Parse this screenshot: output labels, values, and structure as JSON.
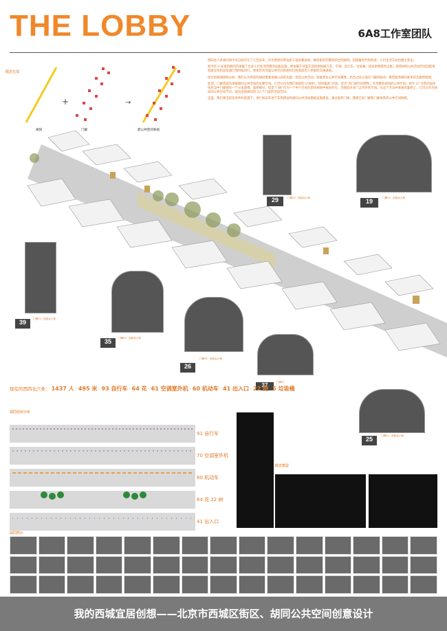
{
  "header": {
    "title": "THE LOBBY",
    "team": "6A8工作室团队"
  },
  "concept": {
    "heading": "概念生成",
    "labels": [
      "胡同",
      "门廊",
      "新公共空间系统"
    ]
  },
  "intro": {
    "paragraphs": [
      "西四北六条胡同到今天已经存在了七百多年，作为曾经的单位职工宿舍聚居地，拥有相对完整的四合院规制。但随着时代的改变，人们生活方式也随之变化。",
      "如今的 4 米宽的胡同内承载了太多人们生活所需的设备设施，原本属于邻里交流的胡同被汽车、空调、自行车、垃圾桶、宿舍杂物等所占据，使得胡同公共活动空间因现地或者没有机动车通行而时候进行，原本作为邻里公共空间的胡同已经变成无人停留的交通通道。",
      "结合前期调研和分析，我们认为目前的胡同需要承载以前的功能：营造公共活动，恢复原有公共空间属性，结合过去与现在门廊的联动，重塑复原胡同本来的功能和氛围。",
      "此前，门廊得成为承载胡同公共活动的主要空间。它可以作为我们胡同的 LOBBY，同时兼具“开放、灵活”的门廊空间特性，作为整条胡同的公共空间。如今 37 号院的居民住房当中门廊都有一个沙发座椅，复原被分，但是“门廊”作为一个中介空间在新的胡同中依旧存在，连接起许多门之内外的空间。在这个方法中本质的复原上，它可以作为胡同的公共空间节点，成为连接胡同内 22 个门庭的活动空间。",
      "这里，我们将当前有条件的前提下，进行机动车地下车库建设和胡同公共活动基础设施建设。通过复原门廊，重建已有门廊和门廊体系的公共空间网络。"
    ]
  },
  "plaques": [
    {
      "no": "29",
      "text": "门牌29 · 西四北六条"
    },
    {
      "no": "19",
      "text": "门牌19 · 西四北六条"
    },
    {
      "no": "39",
      "text": "门牌39 · 西四北六条"
    },
    {
      "no": "35",
      "text": "门牌35 · 西四北六条"
    },
    {
      "no": "26",
      "text": "门牌26 · 西四北六条"
    },
    {
      "no": "37",
      "text": "门牌37"
    },
    {
      "no": "25",
      "text": "门牌25 · 西四北六条"
    }
  ],
  "stats": {
    "prefix": "现在的西四北六条：",
    "items": [
      "1437 人",
      "495 米",
      "93 自行车",
      "64 花",
      "61 空调室外机",
      "60 机动车",
      "41 出入口",
      "22 树",
      "5 垃圾桶"
    ]
  },
  "analysis": {
    "heading": "胡同现状分析",
    "rows": [
      "91 自行车",
      "70 空调室外机",
      "60 机动车",
      "64 花 22 树",
      "41 出入口"
    ]
  },
  "model": {
    "heading": "概念模型"
  },
  "photos": {
    "heading": "胡同照片"
  },
  "footer": {
    "text": "我的西城宜居创想——北京市西城区街区、胡同公共空间创意设计"
  }
}
